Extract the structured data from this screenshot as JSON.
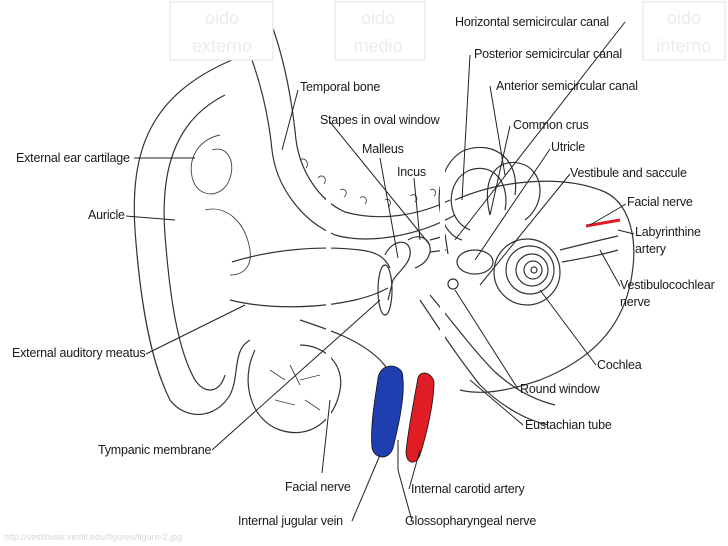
{
  "headers": {
    "outer": [
      "oido",
      "externo"
    ],
    "middle": [
      "oido",
      "medio"
    ],
    "inner": [
      "oido",
      "interno"
    ]
  },
  "labels": {
    "horizontal_canal": "Horizontal semicircular canal",
    "posterior_canal": "Posterior semicircular canal",
    "anterior_canal": "Anterior semicircular canal",
    "temporal_bone": "Temporal bone",
    "stapes": "Stapes in oval window",
    "common_crus": "Common crus",
    "malleus": "Malleus",
    "utricle": "Utricle",
    "incus": "Incus",
    "vestibule": "Vestibule and saccule",
    "facial_nerve_top": "Facial nerve",
    "labyrinthine_1": "Labyrinthine",
    "labyrinthine_2": "artery",
    "ext_ear_cartilage": "External ear cartilage",
    "auricle": "Auricle",
    "vestibulocochlear_1": "Vestibulocochlear",
    "vestibulocochlear_2": "nerve",
    "ext_auditory_meatus": "External auditory meatus",
    "cochlea": "Cochlea",
    "round_window": "Round window",
    "eustachian": "Eustachian tube",
    "tympanic": "Tympanic membrane",
    "facial_nerve_bottom": "Facial nerve",
    "int_carotid": "Internal carotid artery",
    "int_jugular": "Internal jugular vein",
    "glossopharyngeal": "Glossopharyngeal nerve"
  },
  "source_url": "http://vestibular.vestil.edu/figures/figure-2.jpg",
  "colors": {
    "vein": "#1f3fb0",
    "artery": "#e01d25",
    "line": "#222222"
  }
}
